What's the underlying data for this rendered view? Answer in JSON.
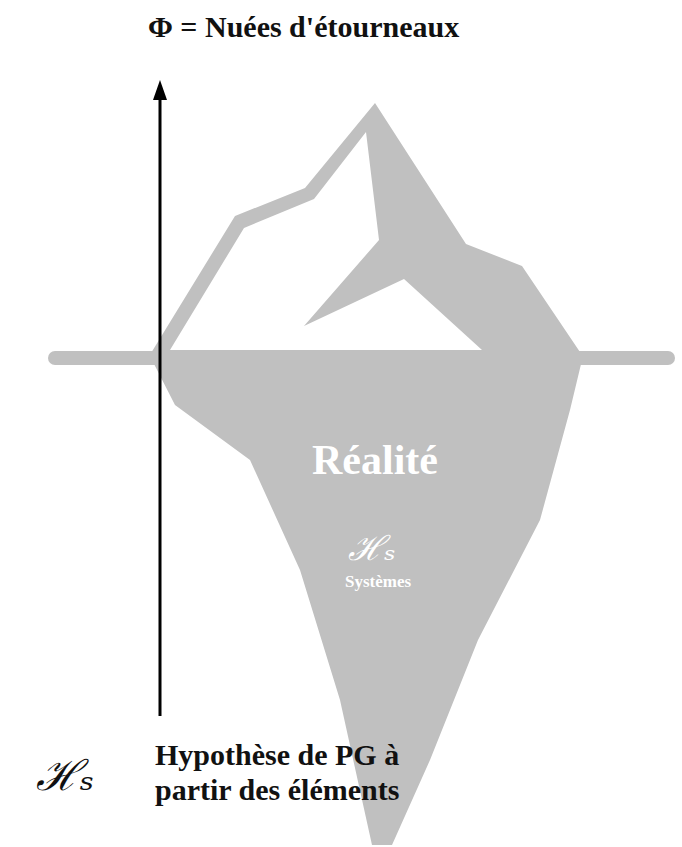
{
  "diagram": {
    "nodes": [
      {
        "text": [
          "Réalité",
          "ℋₛ",
          "Systèmes"
        ]
      }
    ],
    "labels": [
      "Φ = Nuées d'étourneaux",
      "ℋₛ",
      "Hypothèse de PG à partir des éléments"
    ]
  }
}
